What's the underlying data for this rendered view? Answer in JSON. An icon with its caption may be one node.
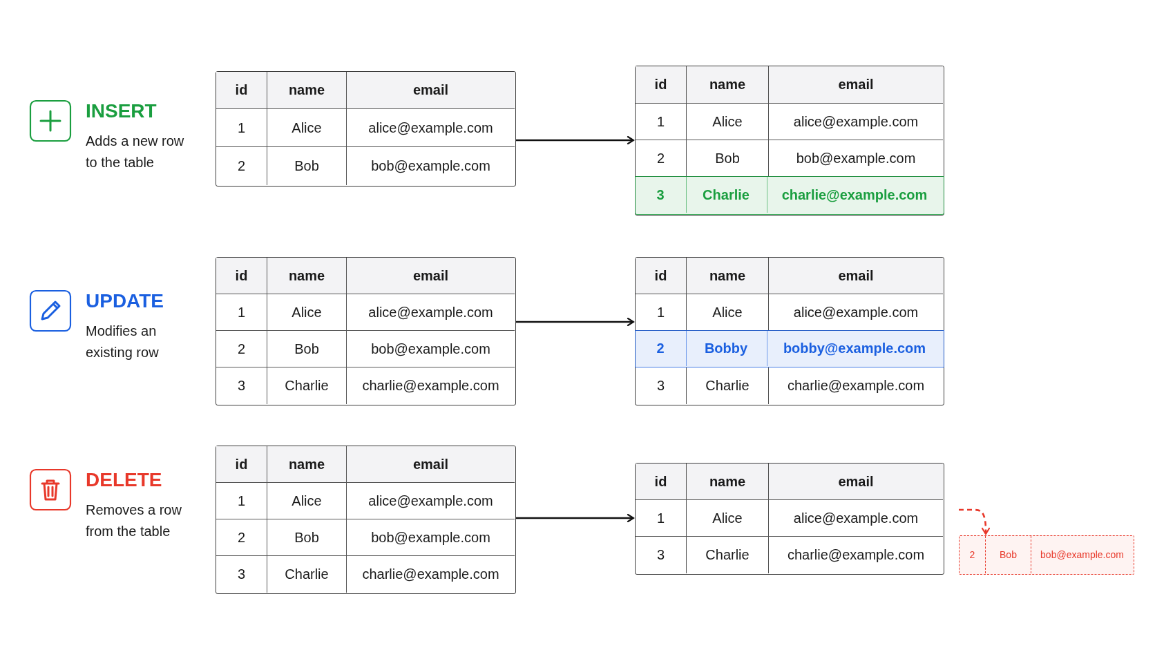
{
  "diagram": {
    "nodes": [
      {
        "text": [
          "id",
          "name",
          "email",
          "1",
          "Alice",
          "alice@example.com",
          "2",
          "Bob",
          "bob@example.com"
        ]
      },
      {
        "text": [
          "id",
          "name",
          "email",
          "1",
          "Alice",
          "alice@example.com",
          "2",
          "Bob",
          "bob@example.com"
        ]
      },
      {
        "text": [
          "3",
          "Charlie",
          "charlie@example.com"
        ],
        "in": 1
      },
      {
        "text": [
          "id",
          "name",
          "email",
          "1",
          "Alice",
          "alice@example.com",
          "2",
          "Bob",
          "bob@example.com",
          "3",
          "Charlie",
          "charlie@example.com"
        ]
      },
      {
        "text": [
          "id",
          "name",
          "email",
          "1",
          "Alice",
          "alice@example.com",
          "3",
          "Charlie",
          "charlie@example.com"
        ]
      },
      {
        "text": [
          "2",
          "Bobby",
          "bobby@example.com"
        ],
        "in": 4
      },
      {
        "text": [
          "id",
          "name",
          "email",
          "1",
          "Alice",
          "alice@example.com",
          "2",
          "Bob",
          "bob@example.com",
          "3",
          "Charlie",
          "charlie@example.com"
        ]
      },
      {
        "text": [
          "id",
          "name",
          "email",
          "1",
          "Alice",
          "alice@example.com",
          "3",
          "Charlie",
          "charlie@example.com"
        ]
      },
      {
        "text": [
          "2",
          "Bob",
          "bob@example.com"
        ]
      }
    ],
    "edges": [
      {
        "from": 0,
        "to": 1,
        "arrow": "to"
      },
      {
        "from": 3,
        "to": 4,
        "arrow": "to"
      },
      {
        "from": 6,
        "to": 7,
        "arrow": "to"
      },
      {
        "from": null,
        "to": 8,
        "arrow": "to",
        "style": "dashed",
        "color": "#e8382a"
      }
    ],
    "labels": [
      "INSERT",
      "Adds a new row to the table",
      "UPDATE",
      "Modifies an existing row",
      "DELETE",
      "Removes a row from the table"
    ]
  }
}
